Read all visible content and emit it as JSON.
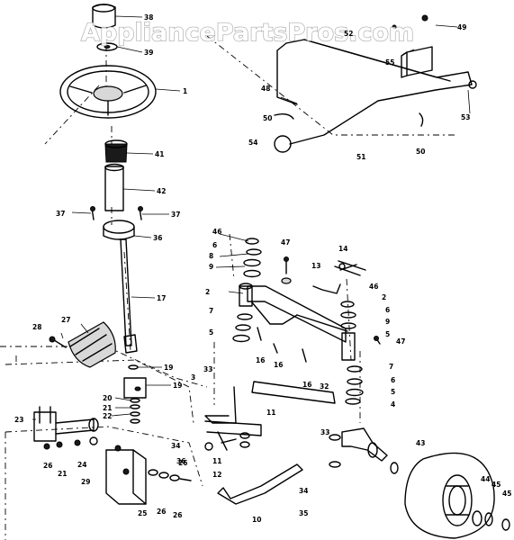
{
  "watermark": "AppliancePartsPros.com",
  "callouts": {
    "c1": "1",
    "c2a": "2",
    "c2b": "2",
    "c3": "3",
    "c4": "4",
    "c5a": "5",
    "c5b": "5",
    "c6a": "6",
    "c6b": "6",
    "c7a": "7",
    "c7b": "7",
    "c8": "8",
    "c9a": "9",
    "c9b": "9",
    "c10": "10",
    "c11a": "11",
    "c11b": "11",
    "c12": "12",
    "c13": "13",
    "c14": "14",
    "c16a": "16",
    "c16b": "16",
    "c16c": "16",
    "c17": "17",
    "c19a": "19",
    "c19b": "19",
    "c20": "20",
    "c21a": "21",
    "c21b": "21",
    "c22": "22",
    "c23": "23",
    "c24": "24",
    "c25": "25",
    "c26a": "26",
    "c26b": "26",
    "c26c": "26",
    "c26d": "26",
    "c27": "27",
    "c28": "28",
    "c29": "29",
    "c32": "32",
    "c33a": "33",
    "c33b": "33",
    "c34a": "34",
    "c34b": "34",
    "c35": "35",
    "c36": "36",
    "c37a": "37",
    "c37b": "37",
    "c38": "38",
    "c39": "39",
    "c41": "41",
    "c42": "42",
    "c43": "43",
    "c44": "44",
    "c45a": "45",
    "c45b": "45",
    "c46": "46",
    "c47a": "47",
    "c47b": "47",
    "c48": "48",
    "c49": "49",
    "c50a": "50",
    "c50b": "50",
    "c51": "51",
    "c52": "52",
    "c53": "53",
    "c54": "54",
    "c55": "55"
  }
}
